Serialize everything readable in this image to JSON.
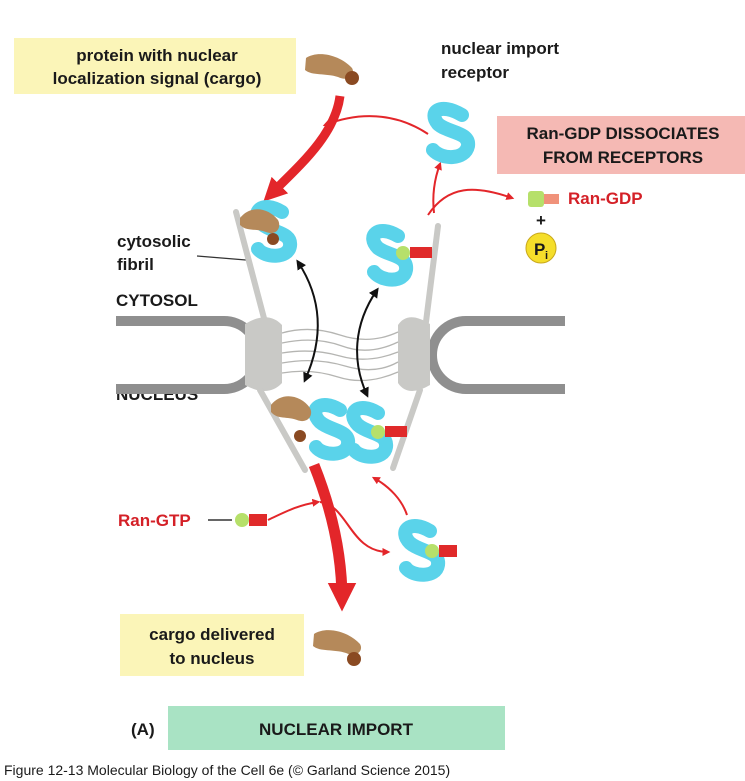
{
  "labels": {
    "cargo_line1": "protein with nuclear",
    "cargo_line2": "localization signal (cargo)",
    "receptor_line1": "nuclear import",
    "receptor_line2": "receptor",
    "dissociate_line1": "Ran-GDP DISSOCIATES",
    "dissociate_line2": "FROM RECEPTORS",
    "ran_gdp": "Ran-GDP",
    "plus": "+",
    "pi": "P",
    "pi_sub": "i",
    "fibril_line1": "cytosolic",
    "fibril_line2": "fibril",
    "cytosol": "CYTOSOL",
    "nucleus": "NUCLEUS",
    "ran_gtp": "Ran-GTP",
    "delivered_line1": "cargo delivered",
    "delivered_line2": "to nucleus",
    "panel": "(A)",
    "panel_title": "NUCLEAR IMPORT",
    "caption": "Figure 12-13  Molecular Biology of the Cell 6e (© Garland Science 2015)"
  },
  "colors": {
    "cargo": "#b5895a",
    "receptor": "#5ad3ea",
    "ran_green": "#b6e06a",
    "ran_red": "#e02a2a",
    "gdp_pink": "#f0927a",
    "arrow_red": "#e3262a",
    "pore_gray": "#c9c9c6",
    "membrane": "#8c8c8c",
    "yellow_box": "#fbf5b8",
    "pink_box": "#f5b9b4",
    "green_box": "#a9e3c4",
    "pi_yellow": "#f5de2a"
  }
}
